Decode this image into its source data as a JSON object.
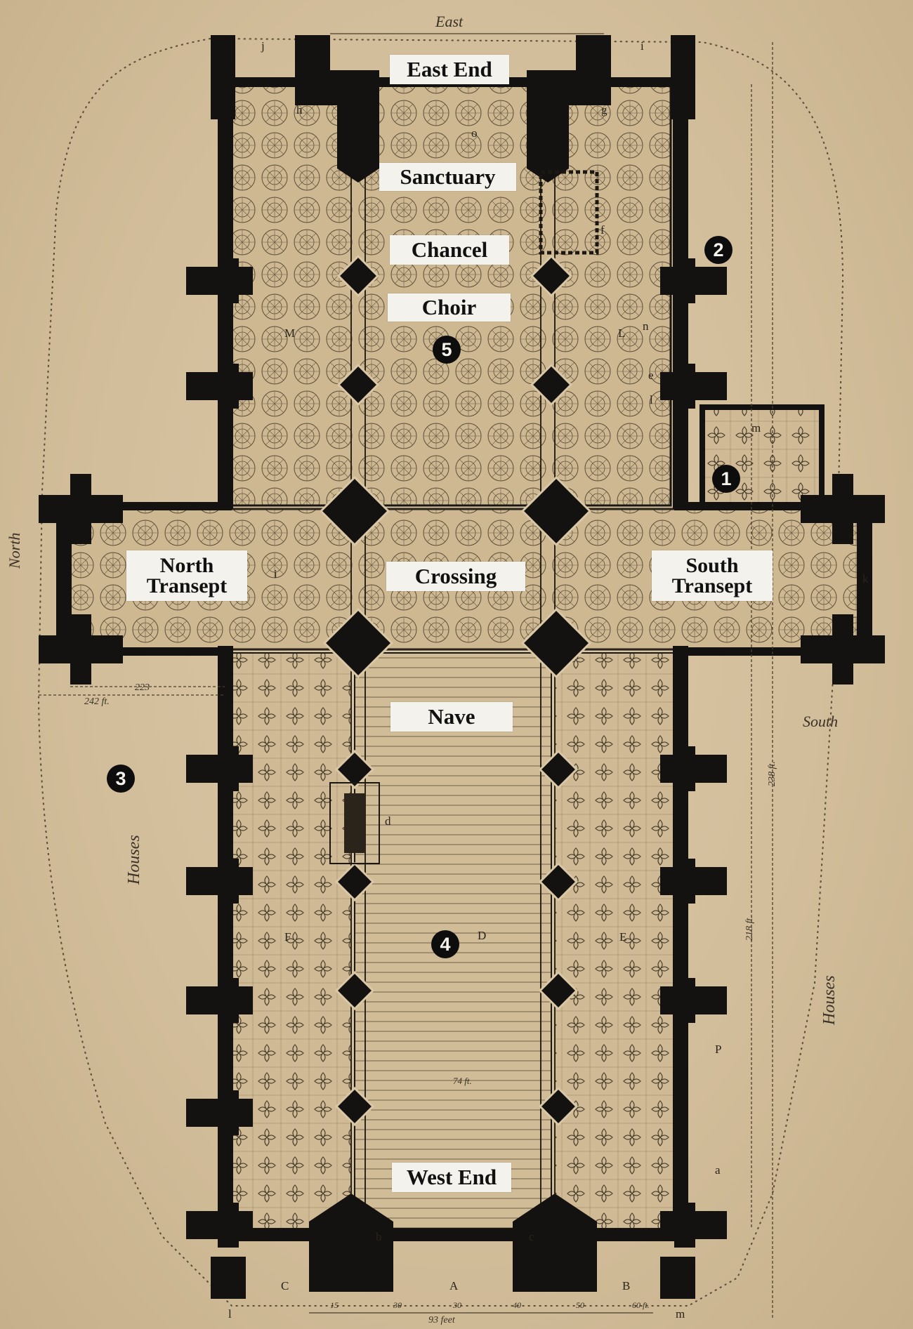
{
  "areas": {
    "east_end": "East End",
    "sanctuary": "Sanctuary",
    "chancel": "Chancel",
    "choir": "Choir",
    "north_transept_1": "North",
    "north_transept_2": "Transept",
    "crossing": "Crossing",
    "south_transept_1": "South",
    "south_transept_2": "Transept",
    "nave": "Nave",
    "west_end": "West End"
  },
  "markers": [
    "1",
    "2",
    "3",
    "4",
    "5"
  ],
  "compass": {
    "east": "East",
    "north": "North",
    "south": "South"
  },
  "surroundings": {
    "houses_left": "Houses",
    "houses_right": "Houses"
  },
  "dimensions": {
    "d223": "223",
    "d242": "242 ft.",
    "d238": "238 ft.",
    "d218": "218 ft.",
    "d74": "74 ft.",
    "d93": "93 feet",
    "d15": "15",
    "d30a": "30",
    "d30b": "30",
    "d40": "40",
    "d50": "50",
    "d60": "60 ft."
  },
  "letters": {
    "j": "j",
    "i": "i",
    "h": "h",
    "g": "g",
    "o": "o",
    "f": "f",
    "n": "n",
    "e": "e",
    "l": "l",
    "m": "m",
    "M": "M",
    "L": "L",
    "i2": "i",
    "k": "k",
    "d": "d",
    "D": "D",
    "F": "F",
    "E": "E",
    "p": "P",
    "a": "a",
    "b": "b",
    "c": "c",
    "C": "C",
    "A": "A",
    "B": "B",
    "l2": "l",
    "m2": "m"
  },
  "colors": {
    "paper": "#d4c1a0",
    "ink": "#141210",
    "label_bg": "#f4f2ec"
  }
}
